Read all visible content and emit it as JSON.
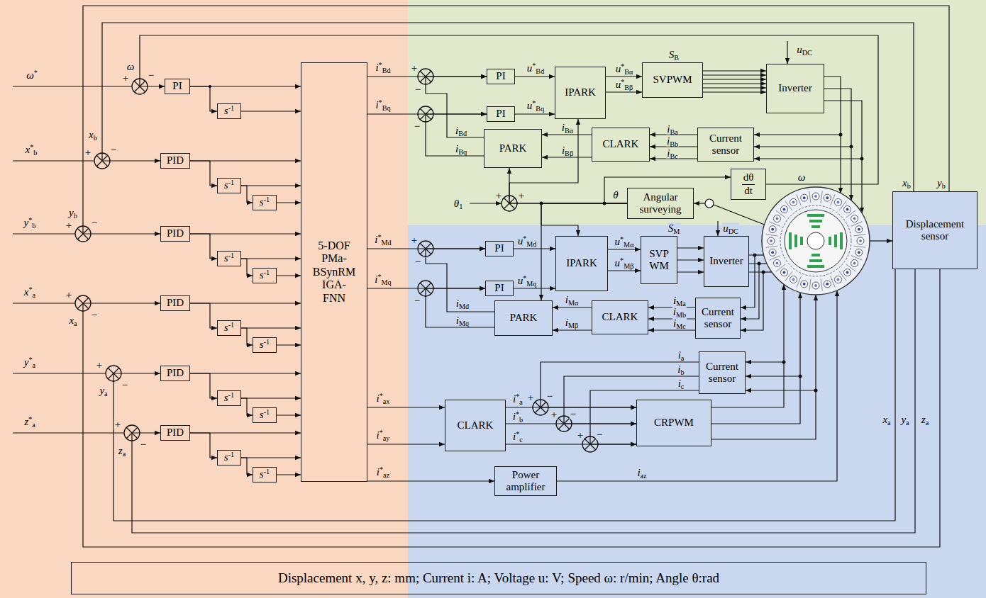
{
  "diagram": {
    "nodes": [
      {
        "text": [
          "PI"
        ]
      },
      {
        "text": [
          "s-1"
        ]
      },
      {
        "text": [
          "PID"
        ]
      },
      {
        "text": [
          "s-1"
        ]
      },
      {
        "text": [
          "s-1"
        ]
      },
      {
        "text": [
          "PID"
        ]
      },
      {
        "text": [
          "s-1"
        ]
      },
      {
        "text": [
          "s-1"
        ]
      },
      {
        "text": [
          "PID"
        ]
      },
      {
        "text": [
          "s-1"
        ]
      },
      {
        "text": [
          "s-1"
        ]
      },
      {
        "text": [
          "PID"
        ]
      },
      {
        "text": [
          "s-1"
        ]
      },
      {
        "text": [
          "s-1"
        ]
      },
      {
        "text": [
          "PID"
        ]
      },
      {
        "text": [
          "s-1"
        ]
      },
      {
        "text": [
          "s-1"
        ]
      },
      {
        "text": [
          "5-DOF PMa- BSynRM IGA- FNN"
        ]
      },
      {
        "text": [
          "PI"
        ]
      },
      {
        "text": [
          "PI"
        ]
      },
      {
        "text": [
          "IPARK"
        ]
      },
      {
        "text": [
          "SVPWM"
        ]
      },
      {
        "text": [
          "Inverter"
        ]
      },
      {
        "text": [
          "PARK"
        ]
      },
      {
        "text": [
          "CLARK"
        ]
      },
      {
        "text": [
          "Current sensor"
        ]
      },
      {
        "text": [
          "Angular surveying"
        ]
      },
      {
        "text": [
          "dθ",
          "dt"
        ]
      },
      {
        "text": [
          "Displacement sensor"
        ]
      },
      {
        "text": [
          "PI"
        ]
      },
      {
        "text": [
          "PI"
        ]
      },
      {
        "text": [
          "IPARK"
        ]
      },
      {
        "text": [
          "SVP WM"
        ]
      },
      {
        "text": [
          "Inverter"
        ]
      },
      {
        "text": [
          "PARK"
        ]
      },
      {
        "text": [
          "CLARK"
        ]
      },
      {
        "text": [
          "Current sensor"
        ]
      },
      {
        "text": [
          "Current sensor"
        ]
      },
      {
        "text": [
          "CLARK"
        ]
      },
      {
        "text": [
          "CRPWM"
        ]
      },
      {
        "text": [
          "Power amplifier"
        ]
      },
      {
        "text": [
          "Displacement x, y, z: mm; Current i: A; Voltage u: V; Speed ω: r/min; Angle θ:rad"
        ]
      }
    ],
    "edges": [
      {
        "from": 0,
        "to": 17,
        "arrow": "to"
      },
      {
        "from": 0,
        "to": 1,
        "arrow": "to"
      },
      {
        "from": 1,
        "to": 17,
        "arrow": "to"
      },
      {
        "from": 2,
        "to": 17,
        "arrow": "to"
      },
      {
        "from": 2,
        "to": 3,
        "arrow": "to"
      },
      {
        "from": 3,
        "to": 17,
        "arrow": "to"
      },
      {
        "from": 3,
        "to": 4,
        "arrow": "to"
      },
      {
        "from": 4,
        "to": 17,
        "arrow": "to"
      },
      {
        "from": 5,
        "to": 17,
        "arrow": "to"
      },
      {
        "from": 5,
        "to": 6,
        "arrow": "to"
      },
      {
        "from": 6,
        "to": 17,
        "arrow": "to"
      },
      {
        "from": 6,
        "to": 7,
        "arrow": "to"
      },
      {
        "from": 7,
        "to": 17,
        "arrow": "to"
      },
      {
        "from": 8,
        "to": 17,
        "arrow": "to"
      },
      {
        "from": 8,
        "to": 9,
        "arrow": "to"
      },
      {
        "from": 9,
        "to": 17,
        "arrow": "to"
      },
      {
        "from": 9,
        "to": 10,
        "arrow": "to"
      },
      {
        "from": 10,
        "to": 17,
        "arrow": "to"
      },
      {
        "from": 11,
        "to": 17,
        "arrow": "to"
      },
      {
        "from": 11,
        "to": 12,
        "arrow": "to"
      },
      {
        "from": 12,
        "to": 17,
        "arrow": "to"
      },
      {
        "from": 12,
        "to": 13,
        "arrow": "to"
      },
      {
        "from": 13,
        "to": 17,
        "arrow": "to"
      },
      {
        "from": 14,
        "to": 17,
        "arrow": "to"
      },
      {
        "from": 14,
        "to": 15,
        "arrow": "to"
      },
      {
        "from": 15,
        "to": 17,
        "arrow": "to"
      },
      {
        "from": 15,
        "to": 16,
        "arrow": "to"
      },
      {
        "from": 16,
        "to": 17,
        "arrow": "to"
      },
      {
        "from": 17,
        "to": 18,
        "arrow": "to"
      },
      {
        "from": 17,
        "to": 19,
        "arrow": "to"
      },
      {
        "from": 17,
        "to": 29,
        "arrow": "to"
      },
      {
        "from": 17,
        "to": 30,
        "arrow": "to"
      },
      {
        "from": 17,
        "to": 38,
        "arrow": "to"
      },
      {
        "from": 17,
        "to": 38,
        "arrow": "to"
      },
      {
        "from": 17,
        "to": 40,
        "arrow": "to"
      },
      {
        "from": 28,
        "to": 2,
        "arrow": "to"
      },
      {
        "from": 28,
        "to": 5,
        "arrow": "to"
      },
      {
        "from": 28,
        "to": 8,
        "arrow": "to"
      },
      {
        "from": 28,
        "to": 11,
        "arrow": "to"
      },
      {
        "from": 28,
        "to": 14,
        "arrow": "to"
      },
      {
        "from": 27,
        "to": 0,
        "arrow": "to"
      },
      {
        "from": 18,
        "to": 20,
        "arrow": "to"
      },
      {
        "from": 19,
        "to": 20,
        "arrow": "to"
      },
      {
        "from": 23,
        "to": 18,
        "arrow": "to"
      },
      {
        "from": 23,
        "to": 19,
        "arrow": "to"
      },
      {
        "from": 20,
        "to": 21,
        "arrow": "to"
      },
      {
        "from": 20,
        "to": 21,
        "arrow": "to"
      },
      {
        "from": 21,
        "to": 22,
        "arrow": "to"
      },
      {
        "from": 25,
        "to": 24,
        "arrow": "to"
      },
      {
        "from": 25,
        "to": 24,
        "arrow": "to"
      },
      {
        "from": 25,
        "to": 24,
        "arrow": "to"
      },
      {
        "from": 24,
        "to": 23,
        "arrow": "to"
      },
      {
        "from": 24,
        "to": 23,
        "arrow": "to"
      },
      {
        "from": 26,
        "to": 23,
        "arrow": "to"
      },
      {
        "from": 26,
        "to": 20,
        "arrow": "to"
      },
      {
        "from": 26,
        "to": 27,
        "arrow": "to"
      },
      {
        "from": 26,
        "to": 31,
        "arrow": "to"
      },
      {
        "from": 26,
        "to": 34,
        "arrow": "to"
      },
      {
        "from": 29,
        "to": 31,
        "arrow": "to"
      },
      {
        "from": 30,
        "to": 31,
        "arrow": "to"
      },
      {
        "from": 31,
        "to": 32,
        "arrow": "to"
      },
      {
        "from": 31,
        "to": 32,
        "arrow": "to"
      },
      {
        "from": 32,
        "to": 33,
        "arrow": "to"
      },
      {
        "from": 36,
        "to": 35,
        "arrow": "to"
      },
      {
        "from": 36,
        "to": 35,
        "arrow": "to"
      },
      {
        "from": 36,
        "to": 35,
        "arrow": "to"
      },
      {
        "from": 35,
        "to": 34,
        "arrow": "to"
      },
      {
        "from": 35,
        "to": 34,
        "arrow": "to"
      },
      {
        "from": 34,
        "to": 29,
        "arrow": "to"
      },
      {
        "from": 34,
        "to": 30,
        "arrow": "to"
      },
      {
        "from": 38,
        "to": 39,
        "arrow": "to"
      },
      {
        "from": 38,
        "to": 39,
        "arrow": "to"
      },
      {
        "from": 38,
        "to": 39,
        "arrow": "to"
      },
      {
        "from": 37,
        "to": 39,
        "arrow": "to"
      },
      {
        "from": 37,
        "to": 39,
        "arrow": "to"
      },
      {
        "from": 37,
        "to": 39,
        "arrow": "to"
      },
      {
        "from": 22,
        "to": 25,
        "arrow": "to"
      },
      {
        "from": 22,
        "to": 25,
        "arrow": "to"
      },
      {
        "from": 22,
        "to": 25,
        "arrow": "to"
      },
      {
        "from": 33,
        "to": 36,
        "arrow": "to"
      },
      {
        "from": 33,
        "to": 36,
        "arrow": "to"
      },
      {
        "from": 33,
        "to": 36,
        "arrow": "to"
      },
      {
        "from": 39,
        "to": 37,
        "arrow": "to"
      },
      {
        "from": 39,
        "to": 37,
        "arrow": "to"
      },
      {
        "from": 39,
        "to": 37,
        "arrow": "to"
      }
    ],
    "labels": [
      "ω*",
      "+",
      "ω",
      "−",
      "x*b",
      "+",
      "xb",
      "−",
      "y*b",
      "+",
      "yb",
      "−",
      "x*a",
      "+",
      "xa",
      "−",
      "y*a",
      "+",
      "ya",
      "−",
      "z*a",
      "+",
      "za",
      "−",
      "i*Bd",
      "i*Bq",
      "i*Md",
      "i*Mq",
      "i*ax",
      "i*ay",
      "i*az",
      "+",
      "−",
      "u*Bd",
      "u*Bq",
      "u*Bα",
      "u*Bβ",
      "SB",
      "uDC",
      "−",
      "iBd",
      "iBq",
      "iBα",
      "iBβ",
      "iBa",
      "iBb",
      "iBc",
      "ω",
      "θ",
      "θ1",
      "+",
      "+",
      "xb",
      "yb",
      "+",
      "−",
      "u*Md",
      "u*Mq",
      "u*Mα",
      "u*Mβ",
      "SM",
      "uDC",
      "−",
      "iMd",
      "iMq",
      "iMα",
      "iMβ",
      "iMa",
      "iMb",
      "iMc",
      "ia",
      "ib",
      "ic",
      "i*a",
      "+",
      "−",
      "i*b",
      "+",
      "−",
      "i*c",
      "+",
      "−",
      "iaz",
      "xa",
      "ya",
      "za"
    ]
  }
}
